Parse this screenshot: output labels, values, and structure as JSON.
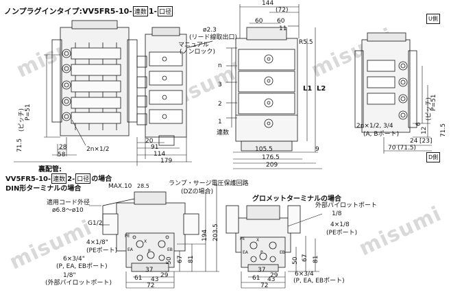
{
  "title": {
    "prefix": "ノンプラグインタイプ:VV5FR5-10-",
    "box1": "連数",
    "mid": "1-",
    "box2": "口径"
  },
  "piping": {
    "heading": "裏配管:",
    "model_prefix": "VV5FR5-10-",
    "box1": "連数",
    "mid": "2-",
    "box2": "口径",
    "suffix": "の場合"
  },
  "din_heading": "DIN形ターミナルの場合",
  "grommet_heading": "グロメットターミナルの場合",
  "watermark": "misumi",
  "side_labels": {
    "u": "U側",
    "d": "D側"
  },
  "top_view": {
    "dim_144": "144",
    "dim_72": "(72)",
    "dim_60": "60",
    "dim_11": "11",
    "phi": "ø2.3",
    "lead_hole": "(リード線取出口)",
    "manual": "マニュアル",
    "non_lock": "(ノンロック)",
    "r55": "R5.5",
    "l1": "L1",
    "l2": "L2",
    "renzu": "連数",
    "n": "n",
    "s3": "3",
    "s2": "2",
    "s1": "1",
    "dim_9": "9",
    "dim_1055": "105.5",
    "dim_1765": "176.5",
    "dim_209": "209"
  },
  "left_view": {
    "pitch": "(ピッチ)",
    "p51": "P=51",
    "dim_715": "71.5",
    "dim_28": "28",
    "dim_58": "58",
    "port_2n": "2n×1/2",
    "dim_20": "20",
    "dim_91": "91",
    "dim_114": "114",
    "dim_179": "179"
  },
  "right_view": {
    "pitch": "(ピッチ)",
    "p51": "P=51",
    "dim_715": "71.5",
    "dim_6": "6",
    "dim_12": "12",
    "port": "2n×1/2, 3/4",
    "port2": "(A, Bポート)",
    "dim_24": "24",
    "dim_23": "[23]",
    "dim_70": "70",
    "dim_715b": "(71.5)"
  },
  "din_view": {
    "max10": "MAX.10",
    "dim_285": "28.5",
    "lamp": "ランプ・サージ電圧保護回路",
    "dz": "(DZの場合)",
    "cable": "適用コード外径",
    "cable_range": "ø6.8〜ø10",
    "g12": "G1/2",
    "pe1": "4×1/8\"",
    "pe2": "(PEポート)",
    "p1": "6×3/4\"",
    "p2": "(P, EA, EBポート)",
    "ext1": "1/8\"",
    "ext2": "(外部パイロットポート)",
    "dim_194": "194",
    "dim_2035": "203.5",
    "dim_81": "81",
    "dim_67": "67",
    "dim_50": "50",
    "dim_37": "37",
    "dim_29": "29",
    "dim_61": "61",
    "dim_43": "43",
    "dim_72": "72"
  },
  "grommet_view": {
    "ext1": "外部パイロットポート",
    "ext2": "1/8",
    "pe1": "4×1/8",
    "pe2": "(PEポート)",
    "p1": "6×3/4",
    "p2": "(P, EA, EBポート)",
    "dim_81": "81",
    "dim_67": "67",
    "dim_50": "50",
    "dim_37": "37",
    "dim_29": "29",
    "dim_61": "61",
    "dim_43": "43",
    "dim_72": "72"
  },
  "port_labels": {
    "pe": "PE",
    "ea": "EA",
    "eb": "EB",
    "p": "P",
    "x": "X"
  }
}
